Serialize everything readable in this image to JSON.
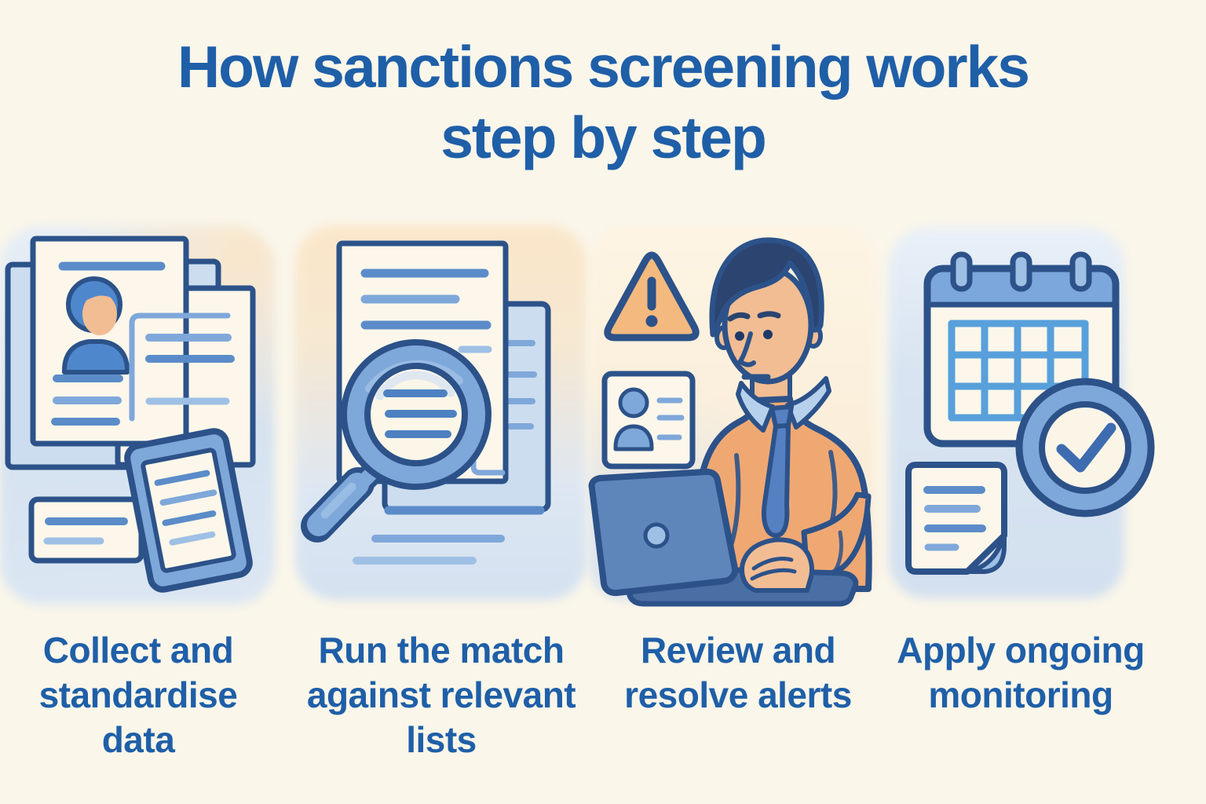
{
  "title": {
    "text": "How sanctions screening works\nstep by step"
  },
  "steps": [
    {
      "label": "Collect and\nstandardise\ndata",
      "icon": "documents-profile-icon"
    },
    {
      "label": "Run the match\nagainst relevant\nlists",
      "icon": "magnifier-documents-icon"
    },
    {
      "label": "Review and\nresolve alerts",
      "icon": "analyst-laptop-icon"
    },
    {
      "label": "Apply ongoing\nmonitoring",
      "icon": "calendar-check-icon"
    }
  ],
  "colors": {
    "background": "#FAF6EA",
    "ink": "#1F5FA8",
    "outline": "#2C5289",
    "paper": "#FCF7EA",
    "navy": "#2B4470",
    "blue_mid": "#5B8CC9",
    "blue_soft": "#7FA8DA",
    "blue_light": "#9FC0E5",
    "blue_pale": "#CCDDEF",
    "sky": "#58A0DB",
    "lens_line": "#4E81C1",
    "orange": "#F4B97E",
    "skin": "#F2BD93",
    "shirt": "#F0A873",
    "tie": "#5580C2",
    "collar": "#B7D1ED",
    "laptop_lid": "#5E86BA",
    "laptop_deck": "#4A6FA5",
    "avatar_blue": "#4E87CC",
    "wash_blue": "#D7E3F1",
    "wash_peach": "#FAE7CB"
  }
}
